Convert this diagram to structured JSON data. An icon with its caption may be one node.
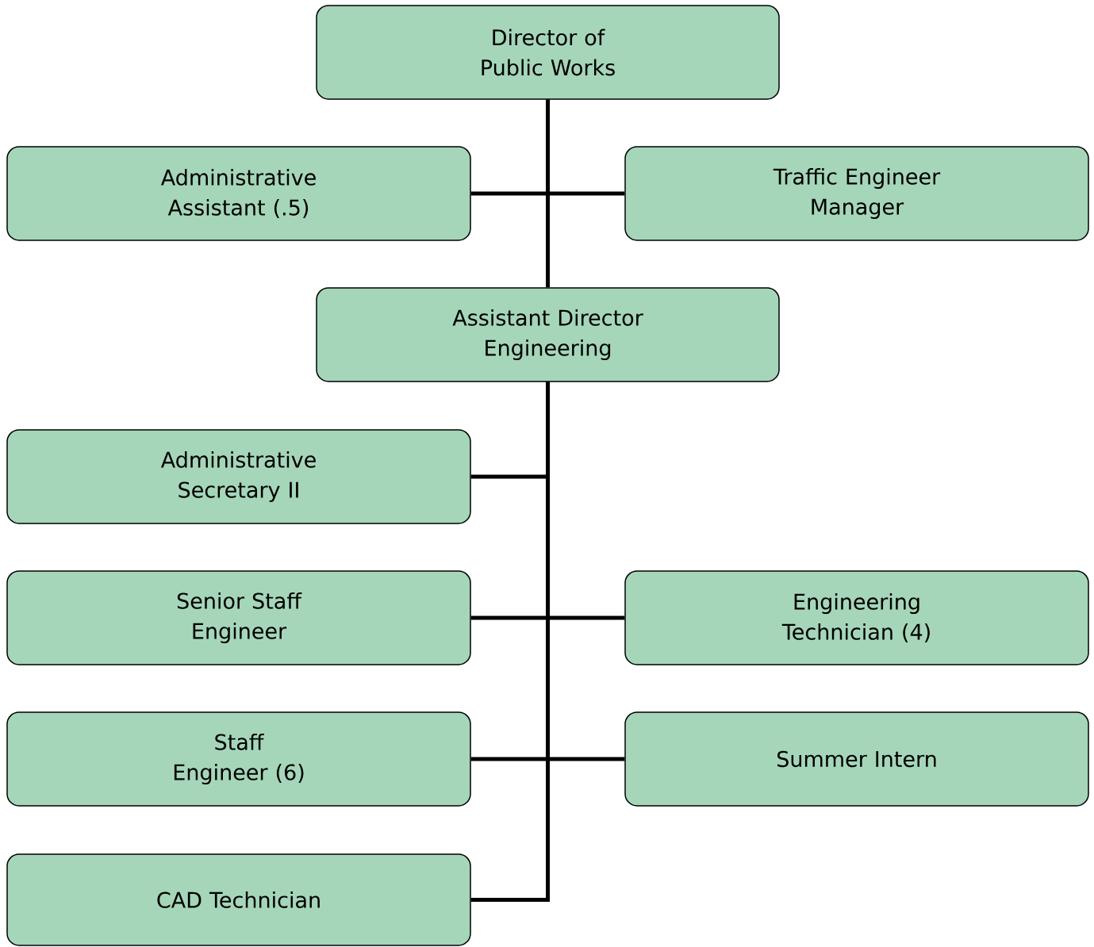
{
  "diagram": {
    "nodes": [
      {
        "text": [
          "Director of Public Works"
        ]
      },
      {
        "text": [
          "Administrative Assistant (.5)"
        ]
      },
      {
        "text": [
          "Traffic Engineer Manager"
        ]
      },
      {
        "text": [
          "Assistant Director Engineering"
        ]
      },
      {
        "text": [
          "Administrative Secretary II"
        ]
      },
      {
        "text": [
          "Senior Staff Engineer"
        ]
      },
      {
        "text": [
          "Engineering Technician (4)"
        ]
      },
      {
        "text": [
          "Staff Engineer (6)"
        ]
      },
      {
        "text": [
          "Summer Intern"
        ]
      },
      {
        "text": [
          "CAD Technician"
        ]
      }
    ],
    "edges": [
      {
        "from": 0,
        "to": 1,
        "arrow": "none"
      },
      {
        "from": 0,
        "to": 2,
        "arrow": "none"
      },
      {
        "from": 0,
        "to": 3,
        "arrow": "none"
      },
      {
        "from": 3,
        "to": 4,
        "arrow": "none"
      },
      {
        "from": 3,
        "to": 5,
        "arrow": "none"
      },
      {
        "from": 3,
        "to": 6,
        "arrow": "none"
      },
      {
        "from": 3,
        "to": 7,
        "arrow": "none"
      },
      {
        "from": 3,
        "to": 8,
        "arrow": "none"
      },
      {
        "from": 3,
        "to": 9,
        "arrow": "none"
      }
    ]
  }
}
